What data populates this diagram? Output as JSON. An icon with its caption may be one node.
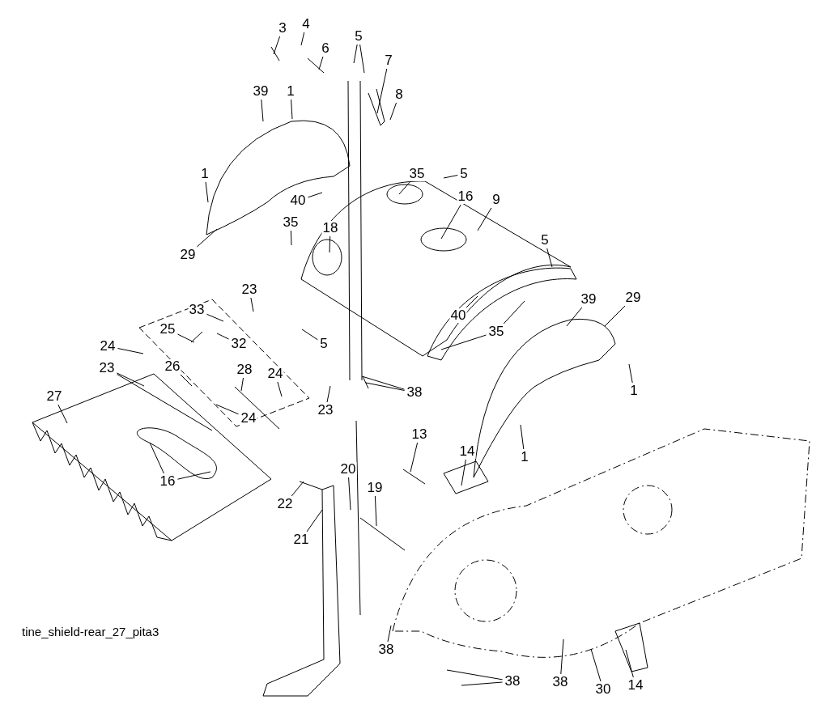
{
  "diagram": {
    "nodes": [
      {
        "text": [
          "4"
        ]
      },
      {
        "text": [
          "3"
        ]
      },
      {
        "text": [
          "5"
        ]
      },
      {
        "text": [
          "6"
        ]
      },
      {
        "text": [
          "7"
        ]
      },
      {
        "text": [
          "39"
        ]
      },
      {
        "text": [
          "1"
        ]
      },
      {
        "text": [
          "8"
        ]
      },
      {
        "text": [
          "1"
        ]
      },
      {
        "text": [
          "35"
        ]
      },
      {
        "text": [
          "5"
        ]
      },
      {
        "text": [
          "16"
        ]
      },
      {
        "text": [
          "9"
        ]
      },
      {
        "text": [
          "40"
        ]
      },
      {
        "text": [
          "18"
        ]
      },
      {
        "text": [
          "35"
        ]
      },
      {
        "text": [
          "5"
        ]
      },
      {
        "text": [
          "29"
        ]
      },
      {
        "text": [
          "23"
        ]
      },
      {
        "text": [
          "29"
        ]
      },
      {
        "text": [
          "39"
        ]
      },
      {
        "text": [
          "33"
        ]
      },
      {
        "text": [
          "40"
        ]
      },
      {
        "text": [
          "25"
        ]
      },
      {
        "text": [
          "35"
        ]
      },
      {
        "text": [
          "32"
        ]
      },
      {
        "text": [
          "5"
        ]
      },
      {
        "text": [
          "24"
        ]
      },
      {
        "text": [
          "23"
        ]
      },
      {
        "text": [
          "26"
        ]
      },
      {
        "text": [
          "28"
        ]
      },
      {
        "text": [
          "24"
        ]
      },
      {
        "text": [
          "1"
        ]
      },
      {
        "text": [
          "38"
        ]
      },
      {
        "text": [
          "27"
        ]
      },
      {
        "text": [
          "23"
        ]
      },
      {
        "text": [
          "24"
        ]
      },
      {
        "text": [
          "13"
        ]
      },
      {
        "text": [
          "14"
        ]
      },
      {
        "text": [
          "1"
        ]
      },
      {
        "text": [
          "20"
        ]
      },
      {
        "text": [
          "16"
        ]
      },
      {
        "text": [
          "19"
        ]
      },
      {
        "text": [
          "22"
        ]
      },
      {
        "text": [
          "21"
        ]
      },
      {
        "text": [
          "38"
        ]
      },
      {
        "text": [
          "38"
        ]
      },
      {
        "text": [
          "38"
        ]
      },
      {
        "text": [
          "30"
        ]
      },
      {
        "text": [
          "14"
        ]
      }
    ],
    "edges": [
      {
        "from": 0,
        "to": null,
        "arrow": "none"
      },
      {
        "from": 1,
        "to": null,
        "arrow": "none"
      },
      {
        "from": 2,
        "to": null,
        "arrow": "none"
      },
      {
        "from": 2,
        "to": null,
        "arrow": "none"
      },
      {
        "from": 3,
        "to": null,
        "arrow": "none"
      },
      {
        "from": 4,
        "to": null,
        "arrow": "none"
      },
      {
        "from": 5,
        "to": null,
        "arrow": "none"
      },
      {
        "from": 6,
        "to": null,
        "arrow": "none"
      },
      {
        "from": 7,
        "to": null,
        "arrow": "none"
      },
      {
        "from": 8,
        "to": null,
        "arrow": "none"
      },
      {
        "from": 9,
        "to": null,
        "arrow": "none"
      },
      {
        "from": 10,
        "to": null,
        "arrow": "none"
      },
      {
        "from": 11,
        "to": null,
        "arrow": "none"
      },
      {
        "from": 12,
        "to": null,
        "arrow": "none"
      },
      {
        "from": 13,
        "to": null,
        "arrow": "none"
      },
      {
        "from": 14,
        "to": null,
        "arrow": "none"
      },
      {
        "from": 15,
        "to": null,
        "arrow": "none"
      },
      {
        "from": 16,
        "to": null,
        "arrow": "none"
      },
      {
        "from": 17,
        "to": null,
        "arrow": "none"
      },
      {
        "from": 18,
        "to": null,
        "arrow": "none"
      },
      {
        "from": 19,
        "to": null,
        "arrow": "none"
      },
      {
        "from": 20,
        "to": null,
        "arrow": "none"
      },
      {
        "from": 21,
        "to": null,
        "arrow": "none"
      },
      {
        "from": 22,
        "to": null,
        "arrow": "none"
      },
      {
        "from": 23,
        "to": null,
        "arrow": "none"
      },
      {
        "from": 24,
        "to": null,
        "arrow": "none"
      },
      {
        "from": 24,
        "to": null,
        "arrow": "none"
      },
      {
        "from": 25,
        "to": null,
        "arrow": "none"
      },
      {
        "from": 26,
        "to": null,
        "arrow": "none"
      },
      {
        "from": 27,
        "to": null,
        "arrow": "none"
      },
      {
        "from": 28,
        "to": null,
        "arrow": "none"
      },
      {
        "from": 28,
        "to": null,
        "arrow": "none"
      },
      {
        "from": 29,
        "to": null,
        "arrow": "none"
      },
      {
        "from": 30,
        "to": null,
        "arrow": "none"
      },
      {
        "from": 31,
        "to": null,
        "arrow": "none"
      },
      {
        "from": 32,
        "to": null,
        "arrow": "none"
      },
      {
        "from": 33,
        "to": null,
        "arrow": "none"
      },
      {
        "from": 33,
        "to": null,
        "arrow": "none"
      },
      {
        "from": 34,
        "to": null,
        "arrow": "none"
      },
      {
        "from": 35,
        "to": null,
        "arrow": "none"
      },
      {
        "from": 36,
        "to": null,
        "arrow": "none"
      },
      {
        "from": 37,
        "to": null,
        "arrow": "none"
      },
      {
        "from": 38,
        "to": null,
        "arrow": "none"
      },
      {
        "from": 39,
        "to": null,
        "arrow": "none"
      },
      {
        "from": 40,
        "to": null,
        "arrow": "none"
      },
      {
        "from": 41,
        "to": null,
        "arrow": "none"
      },
      {
        "from": 41,
        "to": null,
        "arrow": "none"
      },
      {
        "from": 42,
        "to": null,
        "arrow": "none"
      },
      {
        "from": 43,
        "to": null,
        "arrow": "none"
      },
      {
        "from": 44,
        "to": null,
        "arrow": "none"
      },
      {
        "from": 45,
        "to": null,
        "arrow": "none"
      },
      {
        "from": 46,
        "to": null,
        "arrow": "none"
      },
      {
        "from": 46,
        "to": null,
        "arrow": "none"
      },
      {
        "from": 47,
        "to": null,
        "arrow": "none"
      },
      {
        "from": 48,
        "to": null,
        "arrow": "none"
      },
      {
        "from": 49,
        "to": null,
        "arrow": "none"
      }
    ],
    "labels": [
      "tine_shield-rear_27_pita3"
    ]
  }
}
